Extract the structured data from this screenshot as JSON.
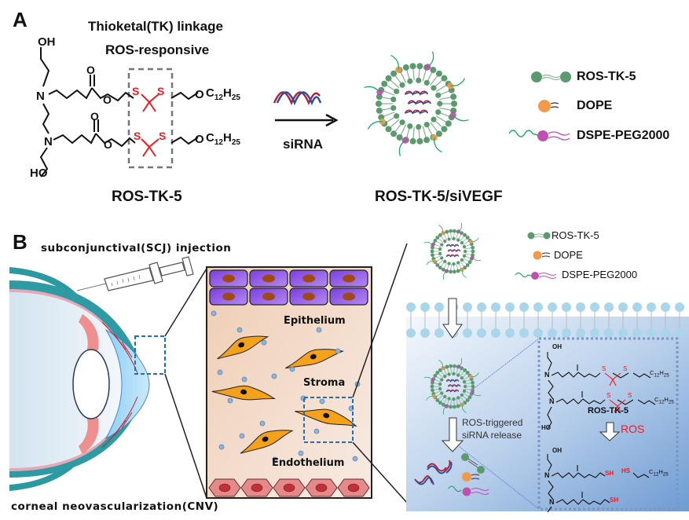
{
  "panelA": {
    "label": "A",
    "tk_title_line1": "Thioketal(TK) linkage",
    "tk_title_line2": "ROS-responsive",
    "molecule": {
      "oh_top": "OH",
      "oh_bottom": "HO",
      "n": "N",
      "o": "O",
      "s": "S",
      "tail": "C12H25",
      "tail_main": "C",
      "tail_sub1": "12",
      "tail_h": "H",
      "tail_sub2": "25"
    },
    "compound_name": "ROS-TK-5",
    "arrow_label": "siRNA",
    "nanoparticle_name": "ROS-TK-5/siVEGF",
    "legend": [
      {
        "label": "ROS-TK-5",
        "icon": "ros-tk-5-lipid-icon",
        "color": "#5b9a6e"
      },
      {
        "label": "DOPE",
        "icon": "dope-lipid-icon",
        "color": "#f29a4a"
      },
      {
        "label": "DSPE-PEG2000",
        "icon": "dspe-peg-lipid-icon",
        "color": "#c050b0"
      }
    ]
  },
  "panelB": {
    "label": "B",
    "injection_label": "subconjunctival(SCJ) injection",
    "cnv_label": "corneal neovascularization(CNV)",
    "tissue_layers": {
      "epithelium": "Epithelium",
      "stroma": "Stroma",
      "endothelium": "Endothelium"
    },
    "legend": [
      {
        "label": "ROS-TK-5"
      },
      {
        "label": "DOPE"
      },
      {
        "label": "DSPE-PEG2000"
      }
    ],
    "release_label_line1": "ROS-triggered",
    "release_label_line2": "siRNA release",
    "inset": {
      "compound_name": "ROS-TK-5",
      "trigger": "ROS",
      "sh": "SH",
      "hs": "HS",
      "oh": "OH",
      "ho": "HO",
      "n": "N",
      "o": "O",
      "s": "S"
    }
  },
  "colors": {
    "thioketal_red": "#ee1c24",
    "lipid_green": "#5b9a6e",
    "dope_orange": "#f29a4a",
    "peg_magenta": "#c050b0",
    "epithelium_purple": "#8a4ee6",
    "endothelium_pink": "#e58a8a",
    "stroma_bg": "#f3d9c6",
    "fibroblast_orange": "#f5a11a",
    "membrane_blue": "#a9d6ea",
    "cytoplasm_blue": "#bcd2ec",
    "rna_red": "#b0243a",
    "rna_blue": "#2a4fa0",
    "dashed_box_blue": "#1f6fbf"
  }
}
